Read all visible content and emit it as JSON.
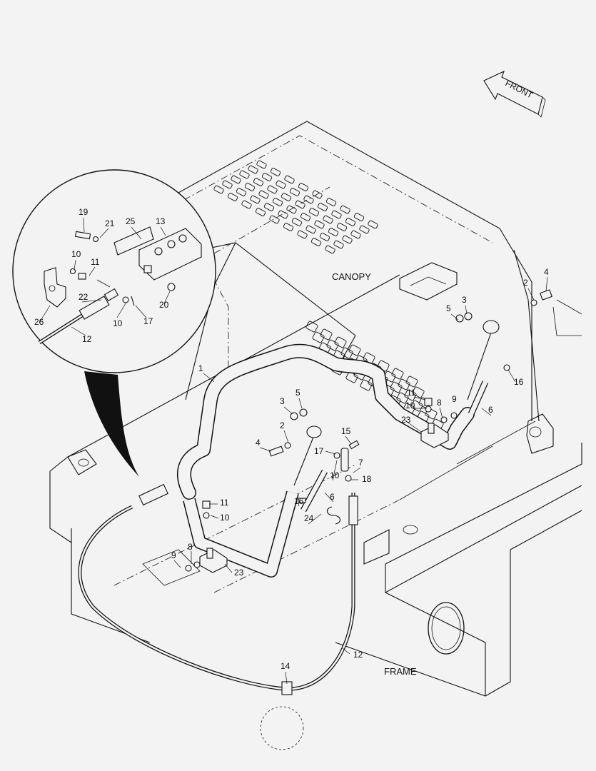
{
  "labels": {
    "front": "FRONT",
    "canopy": "CANOPY",
    "frame": "FRAME"
  },
  "callouts": {
    "c1": "1",
    "c2a": "2",
    "c2b": "2",
    "c3a": "3",
    "c3b": "3",
    "c4a": "4",
    "c4b": "4",
    "c5a": "5",
    "c5b": "5",
    "c6a": "6",
    "c6b": "6",
    "c7": "7",
    "c8a": "8",
    "c8b": "8",
    "c9a": "9",
    "c9b": "9",
    "c10a": "10",
    "c10b": "10",
    "c10c": "10",
    "c10d": "10",
    "c10e": "10",
    "c11a": "11",
    "c11b": "11",
    "c11c": "11",
    "c12a": "12",
    "c12b": "12",
    "c13": "13",
    "c14": "14",
    "c15": "15",
    "c16a": "16",
    "c16b": "16",
    "c17a": "17",
    "c17b": "17",
    "c18": "18",
    "c19": "19",
    "c20": "20",
    "c21": "21",
    "c22": "22",
    "c23a": "23",
    "c23b": "23",
    "c24": "24",
    "c25": "25",
    "c26": "26"
  }
}
